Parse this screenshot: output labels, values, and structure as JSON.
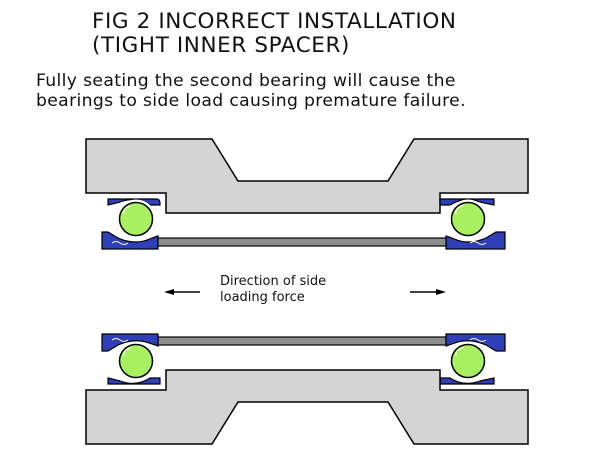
{
  "title": {
    "line1": "FIG 2  INCORRECT INSTALLATION",
    "line2": "(TIGHT INNER SPACER)"
  },
  "description": {
    "line1": "Fully seating the second bearing will cause the",
    "line2": "bearings to side load causing premature failure."
  },
  "diagram": {
    "force_label_line1": "Direction of side",
    "force_label_line2": "loading force",
    "colors": {
      "housing": "#d4d4d4",
      "race": "#2f3fb8",
      "ball": "#a8f060",
      "spacer": "#8c8c8c",
      "outline": "#000000"
    }
  }
}
